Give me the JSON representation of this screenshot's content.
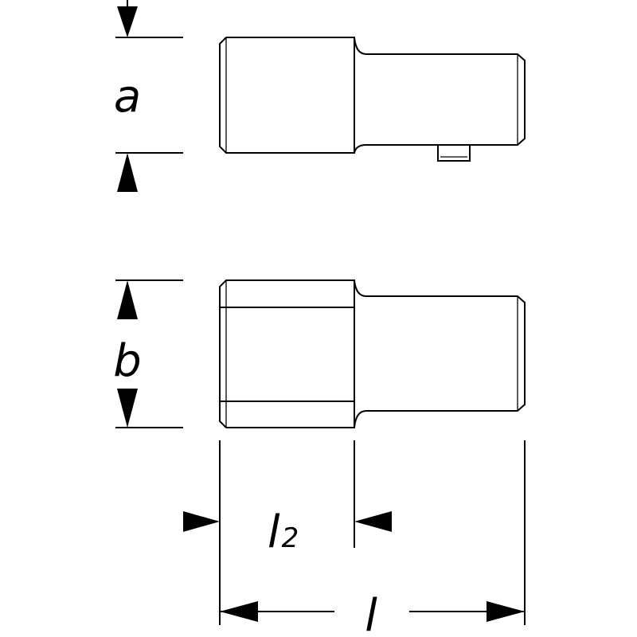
{
  "labels": {
    "a": "a",
    "b": "b",
    "l2_base": "l",
    "l2_sub": "2",
    "l": "l"
  }
}
